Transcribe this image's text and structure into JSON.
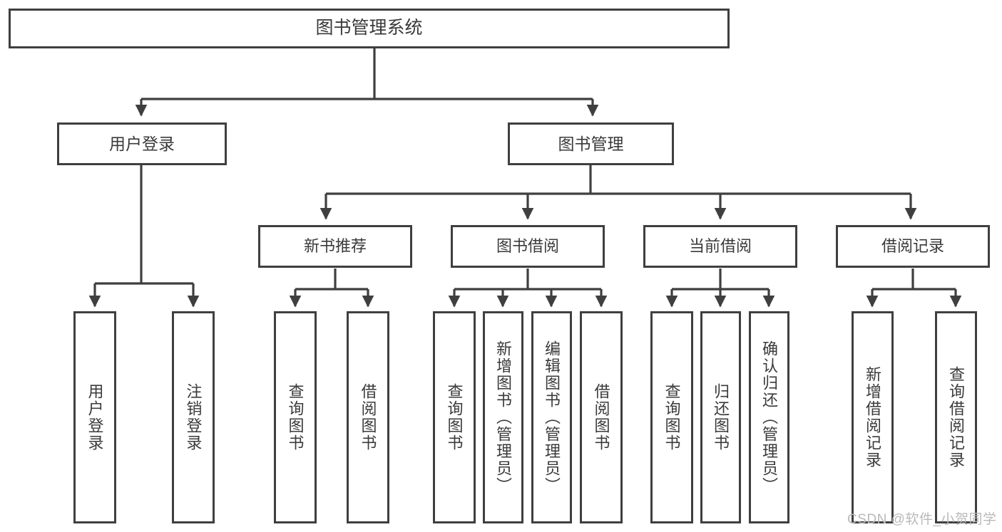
{
  "diagram": {
    "title": "图书管理系统",
    "type": "hierarchy-tree",
    "nodes": {
      "root": {
        "label": "图书管理系统"
      },
      "level1": [
        {
          "id": "user-login",
          "label": "用户登录"
        },
        {
          "id": "book-management",
          "label": "图书管理"
        }
      ],
      "level2": [
        {
          "id": "new-book-recommend",
          "label": "新书推荐"
        },
        {
          "id": "book-borrow",
          "label": "图书借阅"
        },
        {
          "id": "current-borrow",
          "label": "当前借阅"
        },
        {
          "id": "borrow-record",
          "label": "借阅记录"
        }
      ],
      "leaves": {
        "user-login": [
          {
            "id": "leaf-user-login",
            "label": "用户登录"
          },
          {
            "id": "leaf-logout-login",
            "label": "注销登录"
          }
        ],
        "new-book-recommend": [
          {
            "id": "leaf-query-book-1",
            "label": "查询图书"
          },
          {
            "id": "leaf-borrow-book-1",
            "label": "借阅图书"
          }
        ],
        "book-borrow": [
          {
            "id": "leaf-query-book-2",
            "label": "查询图书"
          },
          {
            "id": "leaf-add-book",
            "label": "新增图书（管理员）"
          },
          {
            "id": "leaf-edit-book",
            "label": "编辑图书（管理员）"
          },
          {
            "id": "leaf-borrow-book-2",
            "label": "借阅图书"
          }
        ],
        "current-borrow": [
          {
            "id": "leaf-query-book-3",
            "label": "查询图书"
          },
          {
            "id": "leaf-return-book",
            "label": "归还图书"
          },
          {
            "id": "leaf-confirm-return",
            "label": "确认归还（管理员）"
          }
        ],
        "borrow-record": [
          {
            "id": "leaf-add-record",
            "label": "新增借阅记录"
          },
          {
            "id": "leaf-query-record",
            "label": "查询借阅记录"
          }
        ]
      }
    },
    "watermark": "CSDN @软件_小贺同学",
    "colors": {
      "border": "#3f3f3f",
      "text": "#3a3a3a",
      "background": "#ffffff",
      "watermark": "#b9b9b9"
    }
  }
}
